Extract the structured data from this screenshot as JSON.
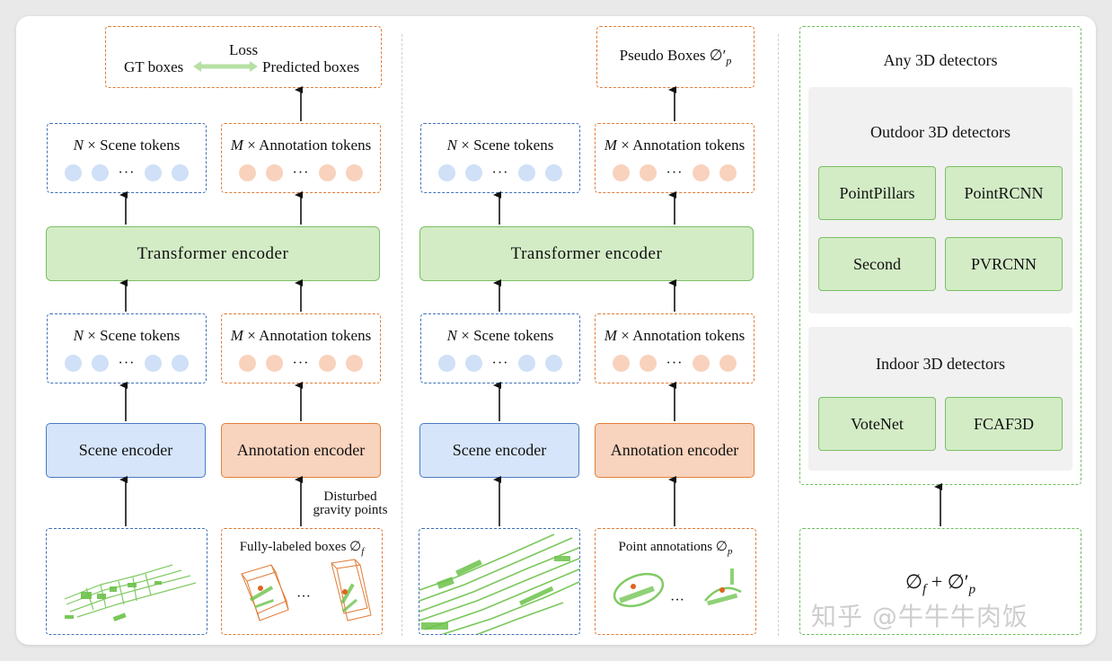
{
  "panel_left": {
    "gt_boxes": "GT boxes",
    "loss": "Loss",
    "predicted_boxes": "Predicted boxes",
    "scene_tokens_prefix": "N",
    "scene_tokens_label": "× Scene tokens",
    "annotation_tokens_prefix": "M",
    "annotation_tokens_label": "× Annotation tokens",
    "ellipsis": "···",
    "transformer": "Transformer encoder",
    "scene_encoder": "Scene encoder",
    "annotation_encoder": "Annotation encoder",
    "disturbed_line1": "Disturbed",
    "disturbed_line2": "gravity points",
    "fully_labeled": "Fully-labeled boxes ∅",
    "fully_labeled_sub": "f"
  },
  "panel_middle": {
    "pseudo_boxes": "Pseudo Boxes ∅′",
    "pseudo_boxes_sub": "p",
    "scene_tokens_prefix": "N",
    "scene_tokens_label": "× Scene tokens",
    "annotation_tokens_prefix": "M",
    "annotation_tokens_label": "× Annotation tokens",
    "ellipsis": "···",
    "transformer": "Transformer encoder",
    "scene_encoder": "Scene encoder",
    "annotation_encoder": "Annotation encoder",
    "point_annotations": "Point annotations ∅",
    "point_annotations_sub": "p"
  },
  "panel_right": {
    "title": "Any 3D detectors",
    "outdoor_title": "Outdoor 3D detectors",
    "outdoor": [
      "PointPillars",
      "PointRCNN",
      "Second",
      "PVRCNN"
    ],
    "indoor_title": "Indoor 3D detectors",
    "indoor": [
      "VoteNet",
      "FCAF3D"
    ],
    "formula_a": "∅",
    "formula_a_sub": "f",
    "formula_plus": "+",
    "formula_b": "∅′",
    "formula_b_sub": "p"
  },
  "watermark": "知乎 @牛牛牛肉饭",
  "colors": {
    "scene_blue": "#d6e5f9",
    "annotation_orange": "#f8d3bd",
    "transformer_green": "#d3ecc6",
    "lidar_green": "#6cc24a"
  }
}
